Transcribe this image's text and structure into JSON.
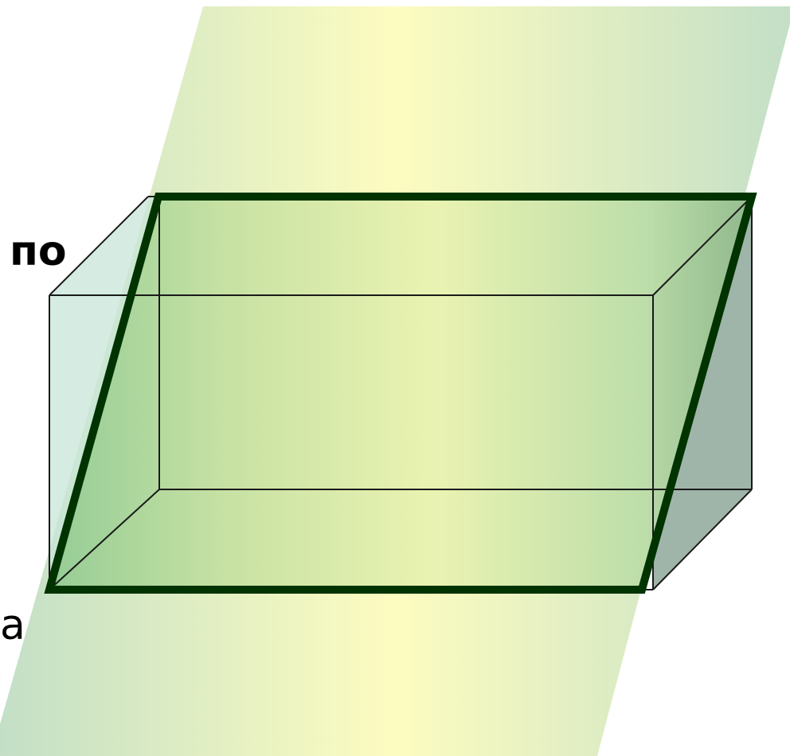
{
  "text_fragments": {
    "top_left": "по",
    "bottom_left": "а"
  },
  "colors": {
    "background": "#ffffff",
    "plane_center": "#fdfcc0",
    "plane_edge": "#c3dfc6",
    "section_outline": "#003300",
    "box_edges": "#000000",
    "box_face_light": "#c8e6d8",
    "box_face_dark": "#8fa89a"
  },
  "objects": {
    "solid": "rectangular-parallelepiped",
    "plane": "cutting-plane",
    "section": "parallelogram-cross-section"
  }
}
